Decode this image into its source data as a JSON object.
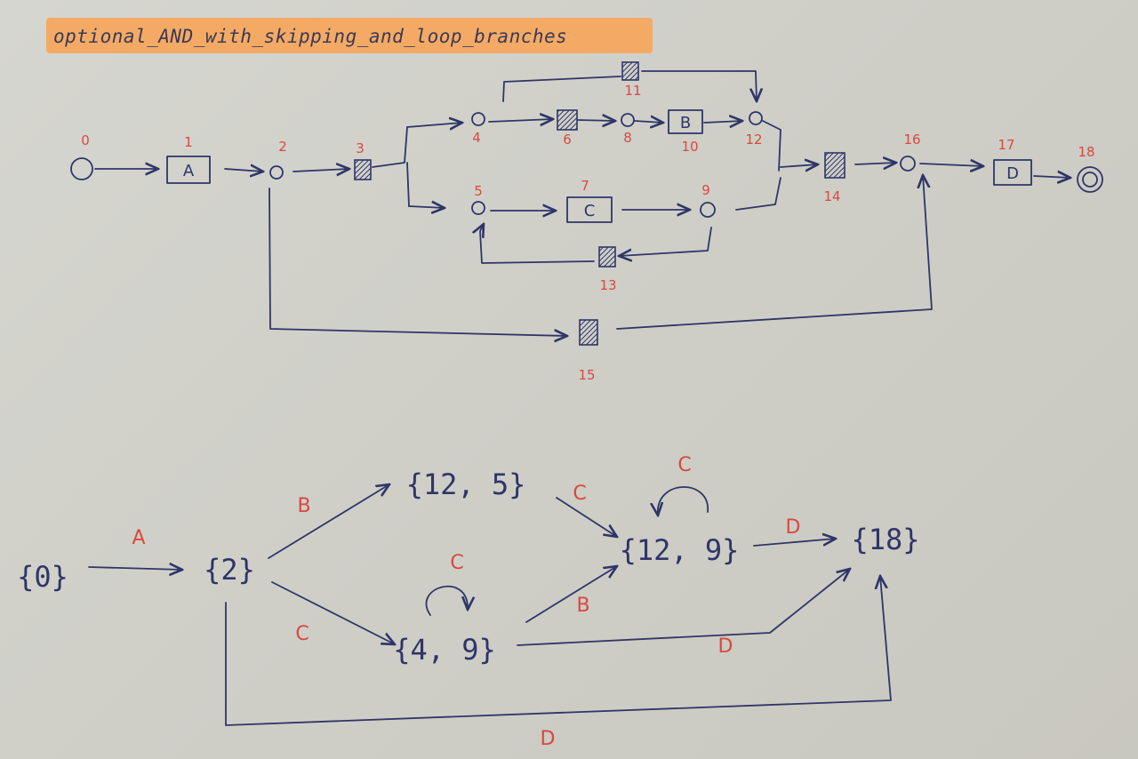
{
  "title": "optional_AND_with_skipping_and_loop_branches",
  "net": {
    "node_labels": [
      "0",
      "1",
      "2",
      "3",
      "4",
      "5",
      "6",
      "7",
      "8",
      "9",
      "10",
      "11",
      "12",
      "13",
      "14",
      "15",
      "16",
      "17",
      "18"
    ],
    "activities": {
      "a": "A",
      "b": "B",
      "c": "C",
      "d": "D"
    }
  },
  "graph": {
    "states": [
      "{0}",
      "{2}",
      "{12, 5}",
      "{4, 9}",
      "{12, 9}",
      "{18}"
    ],
    "edges": [
      {
        "from": "{0}",
        "to": "{2}",
        "label": "A"
      },
      {
        "from": "{2}",
        "to": "{12, 5}",
        "label": "B"
      },
      {
        "from": "{2}",
        "to": "{4, 9}",
        "label": "C"
      },
      {
        "from": "{2}",
        "to": "{18}",
        "label": "D"
      },
      {
        "from": "{12, 5}",
        "to": "{12, 9}",
        "label": "C"
      },
      {
        "from": "{4, 9}",
        "to": "{4, 9}",
        "label": "C"
      },
      {
        "from": "{4, 9}",
        "to": "{12, 9}",
        "label": "B"
      },
      {
        "from": "{4, 9}",
        "to": "{18}",
        "label": "D"
      },
      {
        "from": "{12, 9}",
        "to": "{12, 9}",
        "label": "C"
      },
      {
        "from": "{12, 9}",
        "to": "{18}",
        "label": "D"
      }
    ]
  },
  "colors": {
    "ink": "#2f3568",
    "label_red": "#d8493e",
    "highlight": "#f7a55a"
  }
}
